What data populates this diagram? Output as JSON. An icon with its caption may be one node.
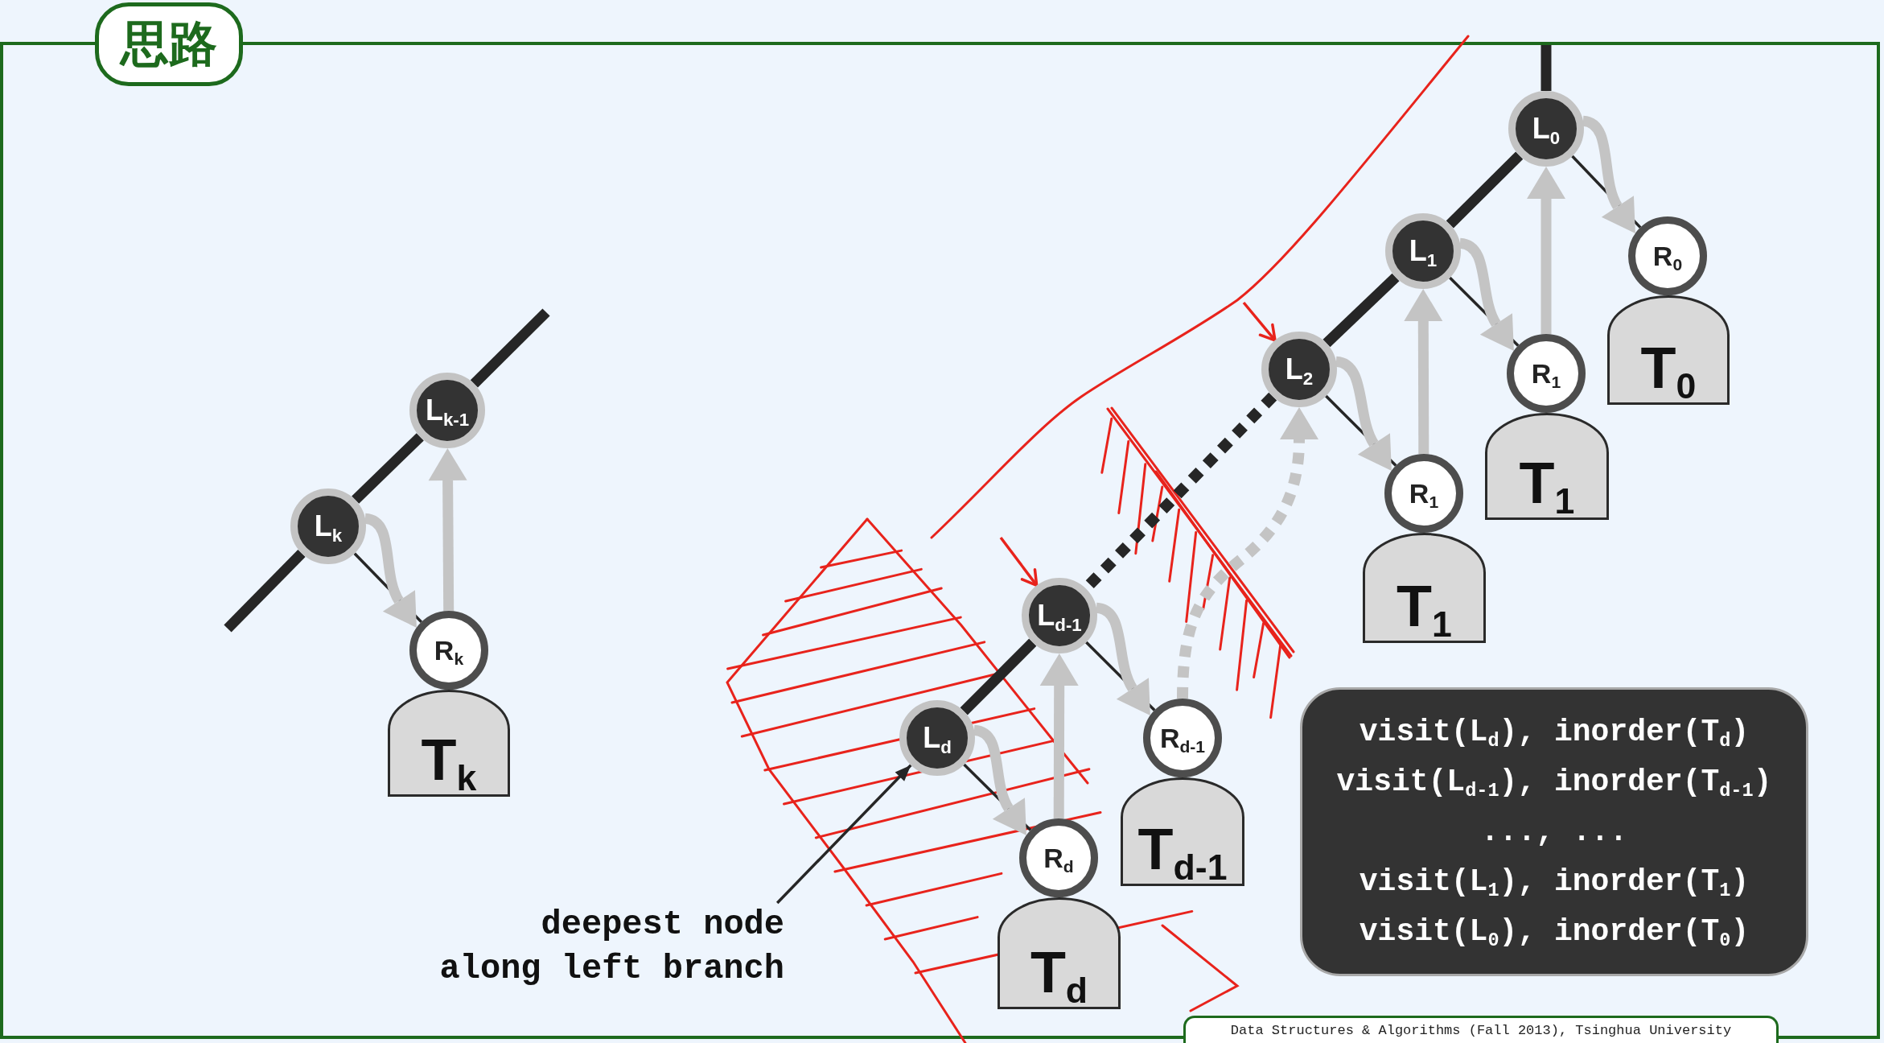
{
  "diagram": {
    "title": "思路",
    "nodes": [
      {
        "text": [
          "L$_{k-1}$"
        ]
      },
      {
        "text": [
          "L$_{k}$"
        ]
      },
      {
        "text": [
          "R$_{k}$"
        ]
      },
      {
        "text": [
          "T$_{k}$"
        ]
      },
      {
        "text": [
          "L$_{0}$"
        ]
      },
      {
        "text": [
          "L$_{1}$"
        ]
      },
      {
        "text": [
          "R$_{0}$"
        ]
      },
      {
        "text": [
          "T$_{0}$"
        ]
      },
      {
        "text": [
          "L$_{2}$"
        ]
      },
      {
        "text": [
          "R$_{1}$"
        ]
      },
      {
        "text": [
          "T$_{1}$"
        ]
      },
      {
        "text": [
          "R$_{1}$"
        ]
      },
      {
        "text": [
          "T$_{1}$"
        ]
      },
      {
        "text": [
          "L$_{d-1}$"
        ]
      },
      {
        "text": [
          "R$_{d-1}$"
        ]
      },
      {
        "text": [
          "T$_{d-1}$"
        ]
      },
      {
        "text": [
          "L$_{d}$"
        ]
      },
      {
        "text": [
          "R$_{d}$"
        ]
      },
      {
        "text": [
          "T$_{d}$"
        ]
      },
      {
        "text": [
          "deepest node along left branch"
        ]
      },
      {
        "text": [
          "visit(L$_{d}$), inorder(T$_{d}$)",
          "visit(L$_{d-1}$), inorder(T$_{d-1}$)",
          "..., ...",
          "visit(L$_{1}$), inorder(T$_{1}$)",
          "visit(L$_{0}$), inorder(T$_{0}$)"
        ]
      }
    ],
    "edges": [
      {
        "from": 0,
        "to": null,
        "arrow": "none"
      },
      {
        "from": 0,
        "to": 1,
        "arrow": "none"
      },
      {
        "from": 1,
        "to": null,
        "arrow": "none"
      },
      {
        "from": 1,
        "to": 2,
        "arrow": "none"
      },
      {
        "from": 1,
        "to": 2,
        "arrow": "to",
        "color": "#c4c4c4"
      },
      {
        "from": 2,
        "to": 0,
        "arrow": "to",
        "color": "#c4c4c4"
      },
      {
        "from": null,
        "to": 4,
        "arrow": "none"
      },
      {
        "from": 4,
        "to": 5,
        "arrow": "none"
      },
      {
        "from": 4,
        "to": 6,
        "arrow": "none"
      },
      {
        "from": 4,
        "to": 6,
        "arrow": "to",
        "color": "#c4c4c4"
      },
      {
        "from": 5,
        "to": 8,
        "arrow": "none"
      },
      {
        "from": 5,
        "to": 9,
        "arrow": "none"
      },
      {
        "from": 5,
        "to": 9,
        "arrow": "to",
        "color": "#c4c4c4"
      },
      {
        "from": 9,
        "to": 4,
        "arrow": "to",
        "color": "#c4c4c4"
      },
      {
        "from": 8,
        "to": 11,
        "arrow": "none"
      },
      {
        "from": 8,
        "to": 11,
        "arrow": "to",
        "color": "#c4c4c4"
      },
      {
        "from": 11,
        "to": 5,
        "arrow": "to",
        "color": "#c4c4c4"
      },
      {
        "from": 8,
        "to": 13,
        "arrow": "none",
        "style": "dashed"
      },
      {
        "from": 14,
        "to": 8,
        "arrow": "to",
        "style": "dashed",
        "color": "#c4c4c4"
      },
      {
        "from": 13,
        "to": 16,
        "arrow": "none"
      },
      {
        "from": 13,
        "to": 14,
        "arrow": "none"
      },
      {
        "from": 13,
        "to": 14,
        "arrow": "to",
        "color": "#c4c4c4"
      },
      {
        "from": 16,
        "to": 17,
        "arrow": "none"
      },
      {
        "from": 16,
        "to": 17,
        "arrow": "to",
        "color": "#c4c4c4"
      },
      {
        "from": 17,
        "to": 13,
        "arrow": "to",
        "color": "#c4c4c4"
      },
      {
        "from": 19,
        "to": 16,
        "arrow": "to"
      },
      {
        "from": null,
        "to": 8,
        "arrow": "to",
        "color": "#e8231c"
      },
      {
        "from": null,
        "to": 13,
        "arrow": "to",
        "color": "#e8231c"
      }
    ],
    "labels": [
      "Data Structures & Algorithms (Fall 2013), Tsinghua University"
    ]
  }
}
